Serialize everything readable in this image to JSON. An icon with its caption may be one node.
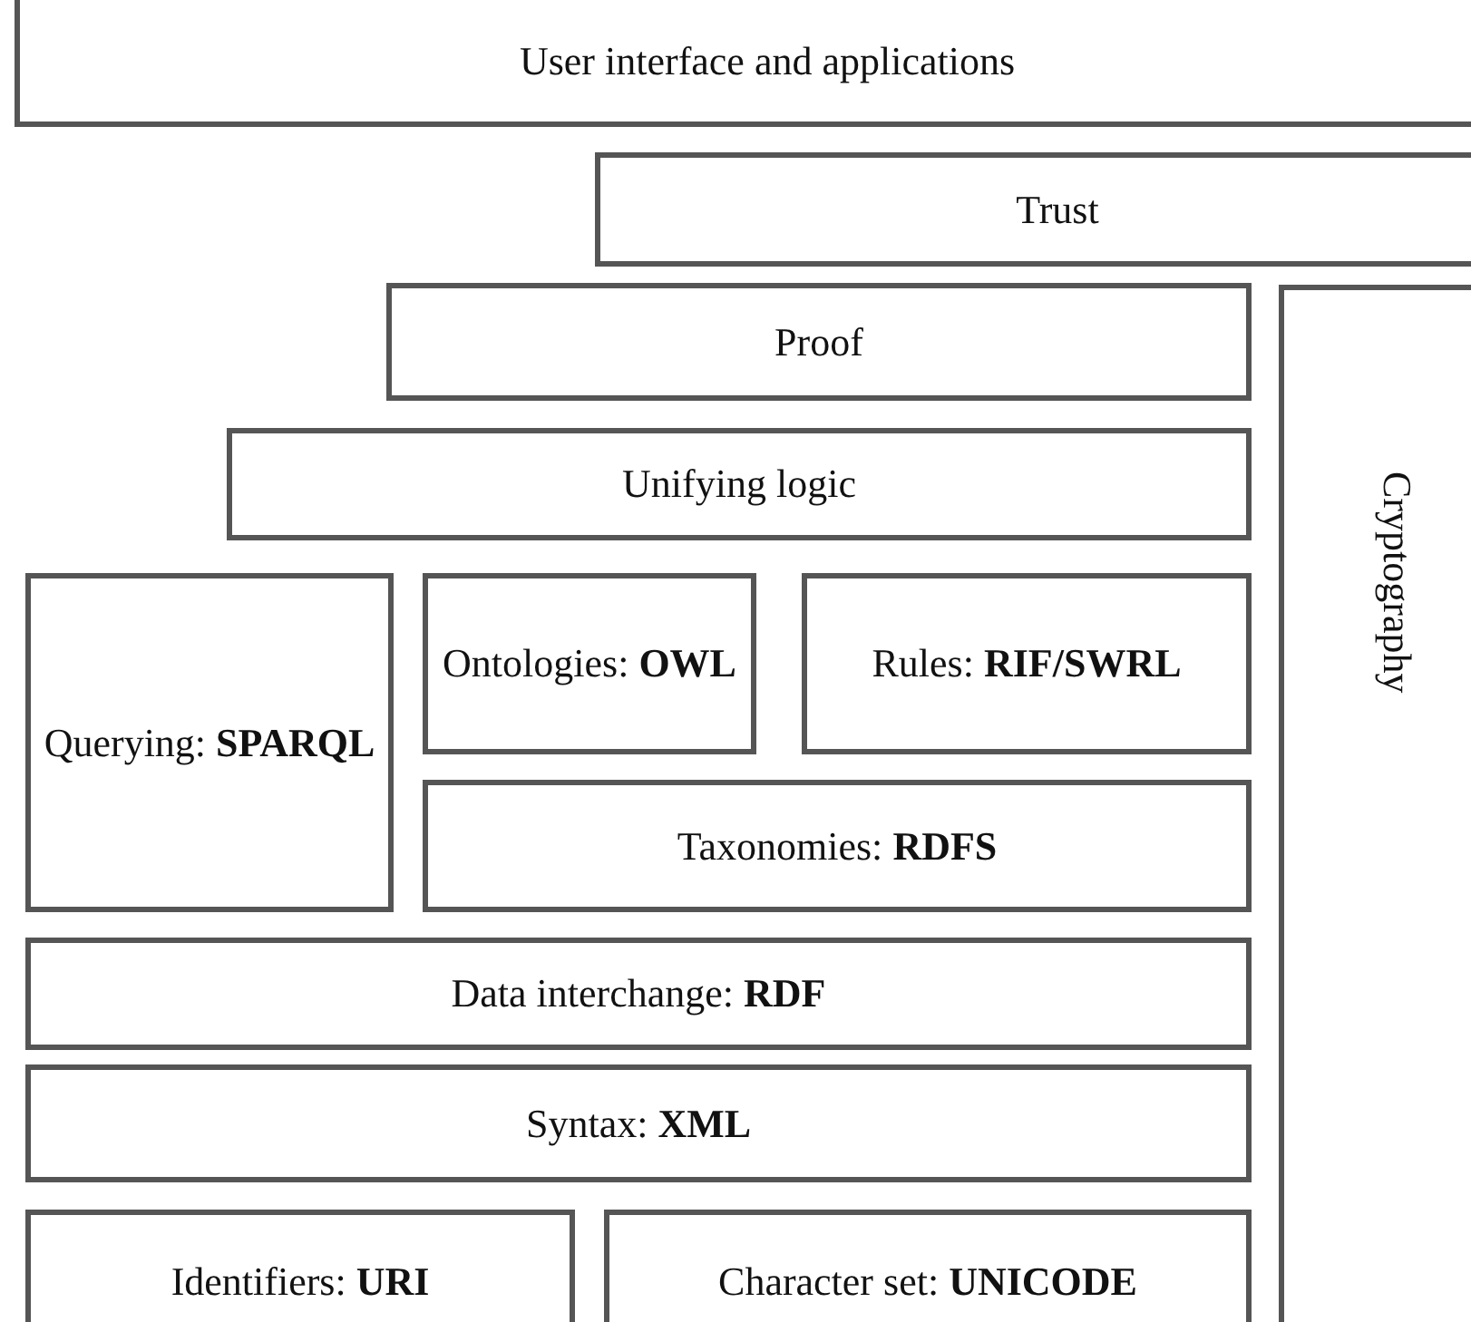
{
  "diagram": {
    "nodes": [
      {
        "text": [
          "User interface and applications"
        ]
      },
      {
        "text": [
          "Trust"
        ]
      },
      {
        "text": [
          "Cryptography"
        ]
      },
      {
        "text": [
          "Proof"
        ]
      },
      {
        "text": [
          "Unifying logic"
        ]
      },
      {
        "text": [
          "Querying: **SPARQL**"
        ]
      },
      {
        "text": [
          "Ontologies: **OWL**"
        ]
      },
      {
        "text": [
          "Rules: **RIF/SWRL**"
        ]
      },
      {
        "text": [
          "Taxonomies: **RDFS**"
        ]
      },
      {
        "text": [
          "Data interchange: **RDF**"
        ]
      },
      {
        "text": [
          "Syntax: **XML**"
        ]
      },
      {
        "text": [
          "Identifiers: **URI**"
        ]
      },
      {
        "text": [
          "Character set: **UNICODE**"
        ]
      }
    ]
  }
}
